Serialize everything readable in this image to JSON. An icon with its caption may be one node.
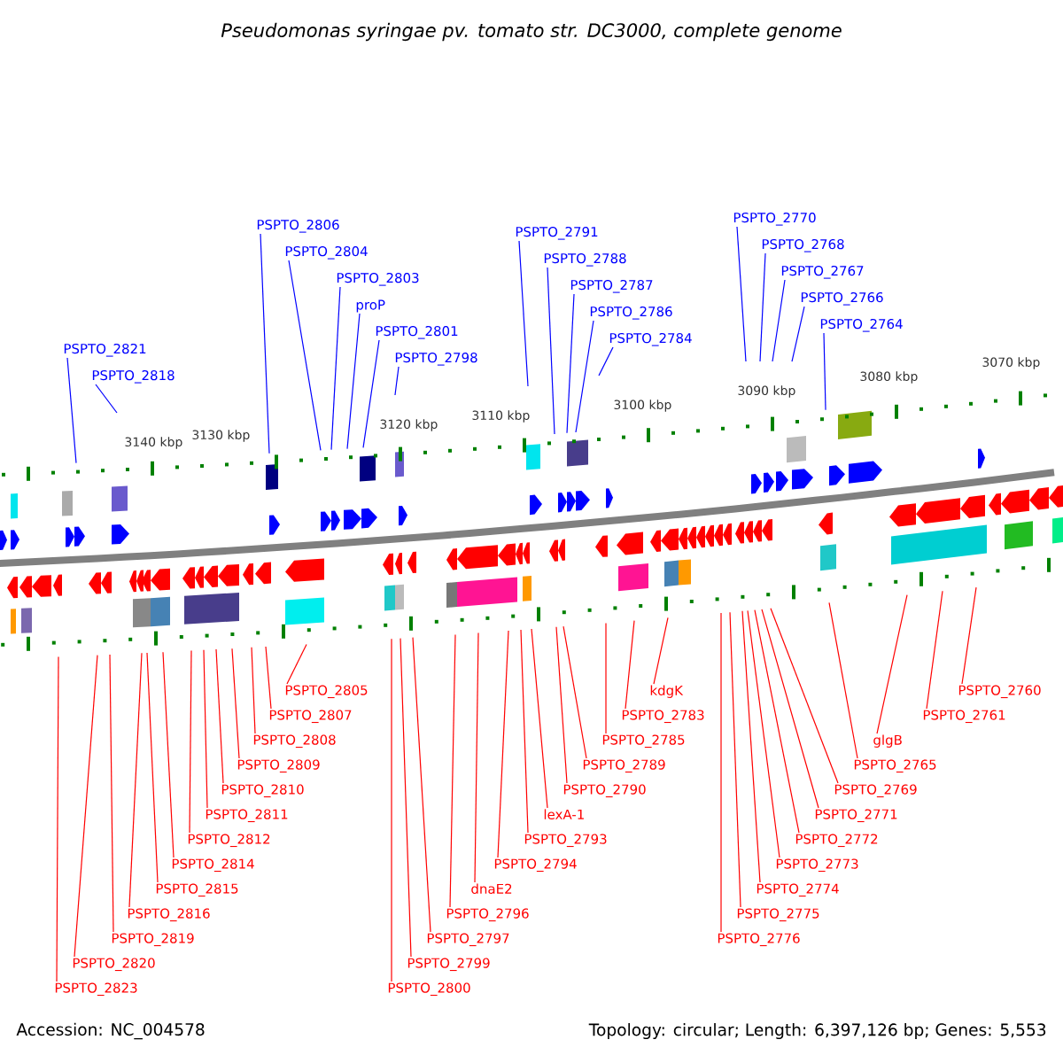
{
  "diagram": {
    "title": "Pseudomonas syringae pv. tomato str. DC3000, complete genome",
    "nodes": [
      {
        "text": [
          "PSPTO_2821"
        ]
      },
      {
        "text": [
          "PSPTO_2818"
        ]
      },
      {
        "text": [
          "PSPTO_2806"
        ]
      },
      {
        "text": [
          "PSPTO_2804"
        ]
      },
      {
        "text": [
          "PSPTO_2803"
        ]
      },
      {
        "text": [
          "proP"
        ]
      },
      {
        "text": [
          "PSPTO_2801"
        ]
      },
      {
        "text": [
          "PSPTO_2798"
        ]
      },
      {
        "text": [
          "PSPTO_2791"
        ]
      },
      {
        "text": [
          "PSPTO_2788"
        ]
      },
      {
        "text": [
          "PSPTO_2787"
        ]
      },
      {
        "text": [
          "PSPTO_2786"
        ]
      },
      {
        "text": [
          "PSPTO_2784"
        ]
      },
      {
        "text": [
          "PSPTO_2768"
        ]
      },
      {
        "text": [
          "PSPTO_2767"
        ]
      },
      {
        "text": [
          "PSPTO_2770"
        ]
      },
      {
        "text": [
          "PSPTO_2766"
        ]
      },
      {
        "text": [
          "PSPTO_2764"
        ]
      },
      {
        "text": [
          "PSPTO_2823"
        ]
      },
      {
        "text": [
          "PSPTO_2820"
        ]
      },
      {
        "text": [
          "PSPTO_2819"
        ]
      },
      {
        "text": [
          "PSPTO_2816"
        ]
      },
      {
        "text": [
          "PSPTO_2815"
        ]
      },
      {
        "text": [
          "PSPTO_2814"
        ]
      },
      {
        "text": [
          "PSPTO_2812"
        ]
      },
      {
        "text": [
          "PSPTO_2811"
        ]
      },
      {
        "text": [
          "PSPTO_2810"
        ]
      },
      {
        "text": [
          "PSPTO_2809"
        ]
      },
      {
        "text": [
          "PSPTO_2808"
        ]
      },
      {
        "text": [
          "PSPTO_2807"
        ]
      },
      {
        "text": [
          "PSPTO_2805"
        ]
      },
      {
        "text": [
          "PSPTO_2800"
        ]
      },
      {
        "text": [
          "PSPTO_2799"
        ]
      },
      {
        "text": [
          "PSPTO_2797"
        ]
      },
      {
        "text": [
          "PSPTO_2796"
        ]
      },
      {
        "text": [
          "dnaE2"
        ]
      },
      {
        "text": [
          "PSPTO_2794"
        ]
      },
      {
        "text": [
          "PSPTO_2793"
        ]
      },
      {
        "text": [
          "lexA-1"
        ]
      },
      {
        "text": [
          "PSPTO_2790"
        ]
      },
      {
        "text": [
          "PSPTO_2789"
        ]
      },
      {
        "text": [
          "PSPTO_2785"
        ]
      },
      {
        "text": [
          "PSPTO_2783"
        ]
      },
      {
        "text": [
          "kdgK"
        ]
      },
      {
        "text": [
          "PSPTO_2776"
        ]
      },
      {
        "text": [
          "PSPTO_2775"
        ]
      },
      {
        "text": [
          "PSPTO_2774"
        ]
      },
      {
        "text": [
          "PSPTO_2773"
        ]
      },
      {
        "text": [
          "PSPTO_2772"
        ]
      },
      {
        "text": [
          "PSPTO_2771"
        ]
      },
      {
        "text": [
          "PSPTO_2769"
        ]
      },
      {
        "text": [
          "PSPTO_2765"
        ]
      },
      {
        "text": [
          "glgB"
        ]
      },
      {
        "text": [
          "PSPTO_2761"
        ]
      },
      {
        "text": [
          "PSPTO_2760"
        ]
      }
    ],
    "edges": [
      {
        "from": 0,
        "to": null,
        "arrow": "none",
        "color": "#0000ff"
      },
      {
        "from": 1,
        "to": null,
        "arrow": "none",
        "color": "#0000ff"
      },
      {
        "from": 2,
        "to": null,
        "arrow": "none",
        "color": "#0000ff"
      },
      {
        "from": 3,
        "to": null,
        "arrow": "none",
        "color": "#0000ff"
      },
      {
        "from": 4,
        "to": null,
        "arrow": "none",
        "color": "#0000ff"
      },
      {
        "from": 5,
        "to": null,
        "arrow": "none",
        "color": "#0000ff"
      },
      {
        "from": 6,
        "to": null,
        "arrow": "none",
        "color": "#0000ff"
      },
      {
        "from": 7,
        "to": null,
        "arrow": "none",
        "color": "#0000ff"
      },
      {
        "from": 8,
        "to": null,
        "arrow": "none",
        "color": "#0000ff"
      },
      {
        "from": 9,
        "to": null,
        "arrow": "none",
        "color": "#0000ff"
      },
      {
        "from": 10,
        "to": null,
        "arrow": "none",
        "color": "#0000ff"
      },
      {
        "from": 11,
        "to": null,
        "arrow": "none",
        "color": "#0000ff"
      },
      {
        "from": 12,
        "to": null,
        "arrow": "none",
        "color": "#0000ff"
      },
      {
        "from": 13,
        "to": null,
        "arrow": "none",
        "color": "#0000ff"
      },
      {
        "from": 14,
        "to": null,
        "arrow": "none",
        "color": "#0000ff"
      },
      {
        "from": 15,
        "to": null,
        "arrow": "none",
        "color": "#0000ff"
      },
      {
        "from": 16,
        "to": null,
        "arrow": "none",
        "color": "#0000ff"
      },
      {
        "from": 17,
        "to": null,
        "arrow": "none",
        "color": "#0000ff"
      },
      {
        "from": 18,
        "to": null,
        "arrow": "none"
      },
      {
        "from": 19,
        "to": null,
        "arrow": "none"
      },
      {
        "from": 20,
        "to": null,
        "arrow": "none"
      },
      {
        "from": 21,
        "to": null,
        "arrow": "none"
      },
      {
        "from": 22,
        "to": null,
        "arrow": "none"
      },
      {
        "from": 23,
        "to": null,
        "arrow": "none"
      },
      {
        "from": 24,
        "to": null,
        "arrow": "none"
      },
      {
        "from": 25,
        "to": null,
        "arrow": "none"
      },
      {
        "from": 26,
        "to": null,
        "arrow": "none"
      },
      {
        "from": 27,
        "to": null,
        "arrow": "none"
      },
      {
        "from": 28,
        "to": null,
        "arrow": "none"
      },
      {
        "from": 29,
        "to": null,
        "arrow": "none"
      },
      {
        "from": 30,
        "to": null,
        "arrow": "none"
      },
      {
        "from": 31,
        "to": null,
        "arrow": "none"
      },
      {
        "from": 32,
        "to": null,
        "arrow": "none"
      },
      {
        "from": 33,
        "to": null,
        "arrow": "none"
      },
      {
        "from": 34,
        "to": null,
        "arrow": "none"
      },
      {
        "from": 35,
        "to": null,
        "arrow": "none"
      },
      {
        "from": 36,
        "to": null,
        "arrow": "none"
      },
      {
        "from": 37,
        "to": null,
        "arrow": "none"
      },
      {
        "from": 38,
        "to": null,
        "arrow": "none"
      },
      {
        "from": 39,
        "to": null,
        "arrow": "none"
      },
      {
        "from": 40,
        "to": null,
        "arrow": "none"
      },
      {
        "from": 41,
        "to": null,
        "arrow": "none"
      },
      {
        "from": 42,
        "to": null,
        "arrow": "none"
      },
      {
        "from": 43,
        "to": null,
        "arrow": "none"
      },
      {
        "from": 44,
        "to": null,
        "arrow": "none"
      },
      {
        "from": 45,
        "to": null,
        "arrow": "none"
      },
      {
        "from": 46,
        "to": null,
        "arrow": "none"
      },
      {
        "from": 47,
        "to": null,
        "arrow": "none"
      },
      {
        "from": 48,
        "to": null,
        "arrow": "none"
      },
      {
        "from": 49,
        "to": null,
        "arrow": "none"
      },
      {
        "from": 50,
        "to": null,
        "arrow": "none"
      },
      {
        "from": 51,
        "to": null,
        "arrow": "none"
      },
      {
        "from": 52,
        "to": null,
        "arrow": "none"
      },
      {
        "from": 53,
        "to": null,
        "arrow": "none"
      },
      {
        "from": 54,
        "to": null,
        "arrow": "none"
      }
    ],
    "labels": [
      "3140 kbp",
      "3130 kbp",
      "3120 kbp",
      "3110 kbp",
      "3100 kbp",
      "3090 kbp",
      "3080 kbp",
      "3070 kbp",
      "Accession: NC_004578",
      "Topology: circular; Length: 6,397,126 bp; Genes: 5,553"
    ]
  }
}
